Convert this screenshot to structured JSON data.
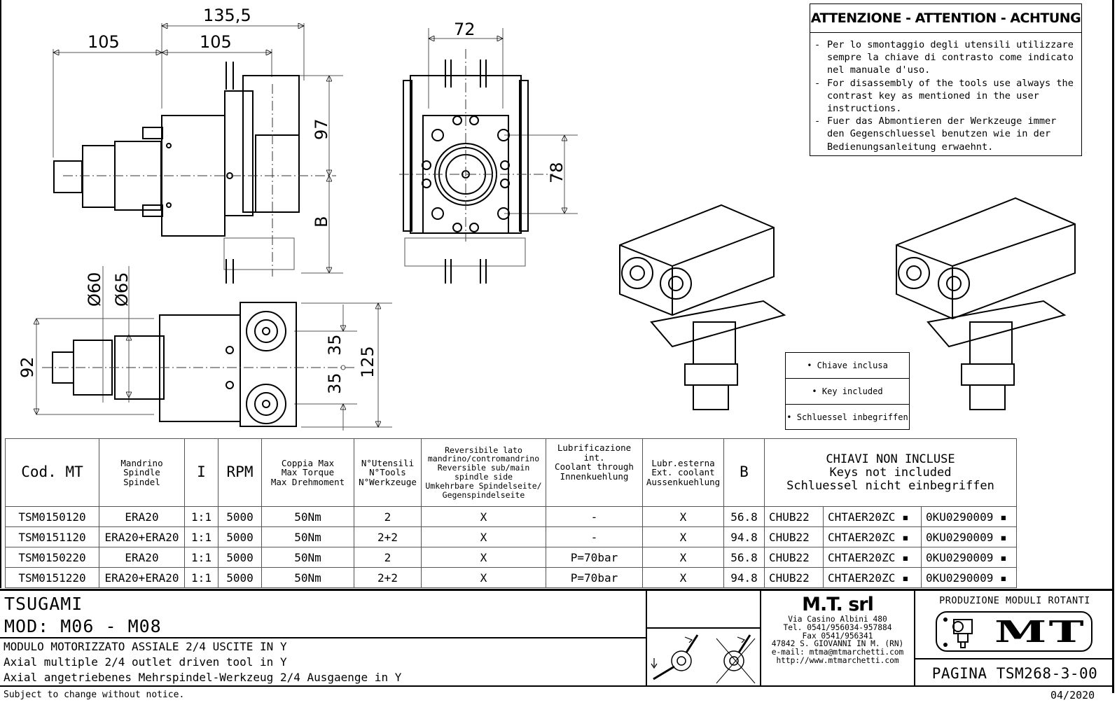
{
  "drawing": {
    "dimensions": {
      "d135_5": "135,5",
      "d105_a": "105",
      "d105_b": "105",
      "d97": "97",
      "dB": "B",
      "d72": "72",
      "d78": "78",
      "d60": "Ø60",
      "d65": "Ø65",
      "d92": "92",
      "d35_a": "35",
      "d35_b": "35",
      "d125": "125"
    }
  },
  "warning": {
    "title": "ATTENZIONE - ATTENTION - ACHTUNG",
    "items": [
      "Per lo smontaggio degli utensili utilizzare sempre la chiave di contrasto come indicato nel manuale d'uso.",
      "For disassembly of the tools use always the contrast key as mentioned in the user instructions.",
      "Fuer das Abmontieren der Werkzeuge immer den Gegenschluessel benutzen wie in der Bedienungsanleitung erwaehnt."
    ]
  },
  "key_included": [
    "• Chiave inclusa",
    "• Key included",
    "• Schluessel inbegriffen"
  ],
  "spec_table": {
    "headers": {
      "code": "Cod. MT",
      "spindle": [
        "Mandrino",
        "Spindle",
        "Spindel"
      ],
      "ratio": "I",
      "rpm": "RPM",
      "torque": [
        "Coppia Max",
        "Max Torque",
        "Max Drehmoment"
      ],
      "tools": [
        "N°Utensili",
        "N°Tools",
        "N°Werkzeuge"
      ],
      "reversible": [
        "Reversibile lato",
        "mandrino/contromandrino",
        "Reversible sub/main",
        "spindle side",
        "Umkehrbare Spindelseite/",
        "Gegenspindelseite"
      ],
      "coolant_int": [
        "Lubrificazione int.",
        "Coolant through",
        "Innenkuehlung"
      ],
      "coolant_ext": [
        "Lubr.esterna",
        "Ext. coolant",
        "Aussenkuehlung"
      ],
      "b": "B",
      "keys": [
        "CHIAVI NON INCLUSE",
        "Keys not included",
        "Schluessel nicht einbegriffen"
      ]
    },
    "rows": [
      {
        "code": "TSM0150120",
        "spindle": "ERA20",
        "ratio": "1:1",
        "rpm": "5000",
        "torque": "50Nm",
        "tools": "2",
        "reversible": "X",
        "coolant_int": "-",
        "coolant_ext": "X",
        "b": "56.8",
        "key1": "CHUB22",
        "key2": "CHTAER20ZC",
        "key3": "0KU0290009"
      },
      {
        "code": "TSM0151120",
        "spindle": "ERA20+ERA20",
        "ratio": "1:1",
        "rpm": "5000",
        "torque": "50Nm",
        "tools": "2+2",
        "reversible": "X",
        "coolant_int": "-",
        "coolant_ext": "X",
        "b": "94.8",
        "key1": "CHUB22",
        "key2": "CHTAER20ZC",
        "key3": "0KU0290009"
      },
      {
        "code": "TSM0150220",
        "spindle": "ERA20",
        "ratio": "1:1",
        "rpm": "5000",
        "torque": "50Nm",
        "tools": "2",
        "reversible": "X",
        "coolant_int": "P=70bar",
        "coolant_ext": "X",
        "b": "56.8",
        "key1": "CHUB22",
        "key2": "CHTAER20ZC",
        "key3": "0KU0290009"
      },
      {
        "code": "TSM0151220",
        "spindle": "ERA20+ERA20",
        "ratio": "1:1",
        "rpm": "5000",
        "torque": "50Nm",
        "tools": "2+2",
        "reversible": "X",
        "coolant_int": "P=70bar",
        "coolant_ext": "X",
        "b": "94.8",
        "key1": "CHUB22",
        "key2": "CHTAER20ZC",
        "key3": "0KU0290009"
      }
    ]
  },
  "title_block": {
    "machine": "TSUGAMI",
    "model": "MOD: M06 - M08",
    "desc_it": "MODULO MOTORIZZATO ASSIALE 2/4 USCITE IN Y",
    "desc_en": "Axial multiple 2/4 outlet driven tool in Y",
    "desc_de": "Axial angetriebenes Mehrspindel-Werkzeug 2/4 Ausgaenge in Y",
    "company": {
      "name": "M.T. srl",
      "address": "Via Casino Albini 480",
      "tel": "Tel. 0541/956034-957884",
      "fax": "Fax 0541/956341",
      "city": "47842 S. GIOVANNI IN M. (RN)",
      "email": "e-mail: mtma@mtmarchetti.com",
      "web": "http://www.mtmarchetti.com"
    },
    "brand_caption": "PRODUZIONE MODULI ROTANTI",
    "logo_text": "MT",
    "page": "PAGINA TSM268-3-00"
  },
  "footer": {
    "note": "Subject to change without notice.",
    "date": "04/2020"
  }
}
